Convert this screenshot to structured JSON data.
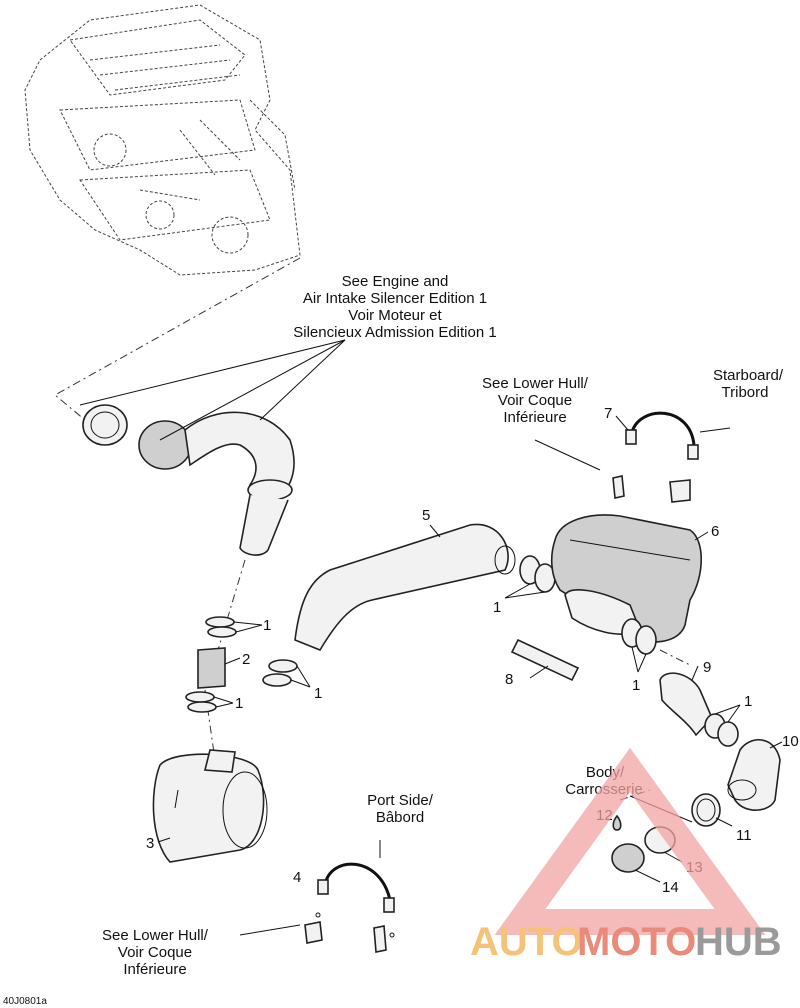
{
  "labels": {
    "see_engine": [
      "See Engine and",
      "Air Intake Silencer Edition 1",
      "Voir Moteur et",
      "Silencieux Admission Edition 1"
    ],
    "see_lower_hull_top": [
      "See Lower Hull/",
      "Voir Coque",
      "Inférieure"
    ],
    "starboard": [
      "Starboard/",
      "Tribord"
    ],
    "port_side": [
      "Port Side/",
      "Bâbord"
    ],
    "see_lower_hull_bottom": [
      "See Lower Hull/",
      "Voir Coque",
      "Inférieure"
    ],
    "body": [
      "Body/",
      "Carrosserie"
    ]
  },
  "callouts": {
    "c1a": "1",
    "c1b": "1",
    "c1c": "1",
    "c1d": "1",
    "c1e": "1",
    "c1f": "1",
    "c2": "2",
    "c3": "3",
    "c4": "4",
    "c5": "5",
    "c6": "6",
    "c7": "7",
    "c8": "8",
    "c9": "9",
    "c10": "10",
    "c11": "11",
    "c12": "12",
    "c13": "13",
    "c14": "14"
  },
  "figure_code": "40J0801a",
  "watermark": {
    "auto": "AUTO",
    "moto": "MOTO",
    "hub": "HUB"
  }
}
